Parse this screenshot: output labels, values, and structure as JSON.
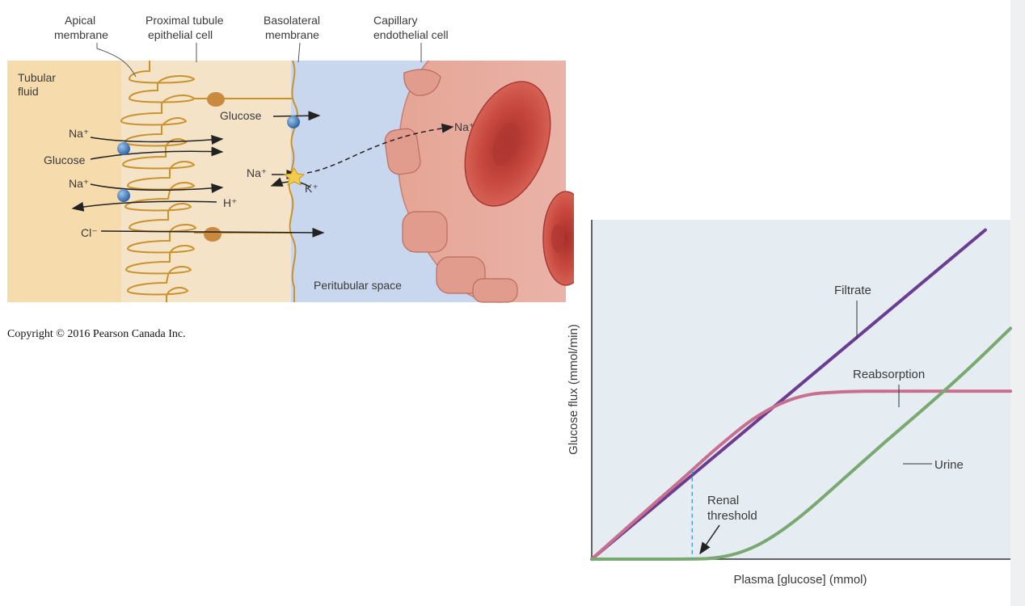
{
  "slide": {
    "title_fragment": "p ( , )",
    "copyright": "Copyright © 2016 Pearson Canada Inc."
  },
  "cell_diagram": {
    "top_labels": {
      "apical_1": "Apical",
      "apical_2": "membrane",
      "proximal_1": "Proximal tubule",
      "proximal_2": "epithelial cell",
      "basolateral_1": "Basolateral",
      "basolateral_2": "membrane",
      "capillary_1": "Capillary",
      "capillary_2": "endothelial cell"
    },
    "tubular_fluid_1": "Tubular",
    "tubular_fluid_2": "fluid",
    "peritubular_space": "Peritubular space",
    "ions": {
      "na_left_1": "Na⁺",
      "glucose_left": "Glucose",
      "na_left_2": "Na⁺",
      "h_plus": "H⁺",
      "cl_minus": "Cl⁻",
      "glucose_basolateral": "Glucose",
      "na_pump": "Na⁺",
      "k_plus": "K⁺",
      "na_capillary": "Na⁺"
    },
    "colors": {
      "tubular_fluid": "#f6ddb0",
      "cell": "#f5e2c6",
      "membrane": "#c9922a",
      "peritubular": "#c9d8ef",
      "capillary": "#e9a99c",
      "rbc": "#c5463d",
      "carrier": "#2f6fb5",
      "channel": "#c98a3f",
      "pump": "#f2cc4a"
    }
  },
  "chart_data": {
    "type": "line",
    "xlabel": "Plasma [glucose] (mmol)",
    "ylabel": "Glucose flux (mmol/min)",
    "x_range": [
      0,
      10
    ],
    "y_range": [
      0,
      10
    ],
    "series": [
      {
        "name": "Filtrate",
        "color": "#6a3d91",
        "points": [
          [
            0,
            0
          ],
          [
            9.4,
            9.7
          ]
        ]
      },
      {
        "name": "Reabsorption",
        "color": "#c96f8e",
        "points": [
          [
            0,
            0
          ],
          [
            1.5,
            1.65
          ],
          [
            2.2,
            2.4
          ],
          [
            3,
            3.3
          ],
          [
            4,
            4.3
          ],
          [
            5,
            4.85
          ],
          [
            6,
            4.94
          ],
          [
            7,
            4.95
          ],
          [
            10,
            4.95
          ]
        ]
      },
      {
        "name": "Urine",
        "color": "#7aa871",
        "points": [
          [
            0,
            0
          ],
          [
            2.5,
            0
          ],
          [
            3,
            0.03
          ],
          [
            3.6,
            0.2
          ],
          [
            4.2,
            0.55
          ],
          [
            5,
            1.25
          ],
          [
            6,
            2.35
          ],
          [
            7,
            3.45
          ],
          [
            8,
            4.5
          ],
          [
            9,
            5.6
          ],
          [
            10,
            6.8
          ]
        ]
      }
    ],
    "annotations": {
      "renal_threshold_1": "Renal",
      "renal_threshold_2": "threshold",
      "threshold_x": 2.4
    },
    "colors": {
      "plot_background": "#e5ecf2",
      "threshold_line": "#4fa3c4"
    }
  }
}
